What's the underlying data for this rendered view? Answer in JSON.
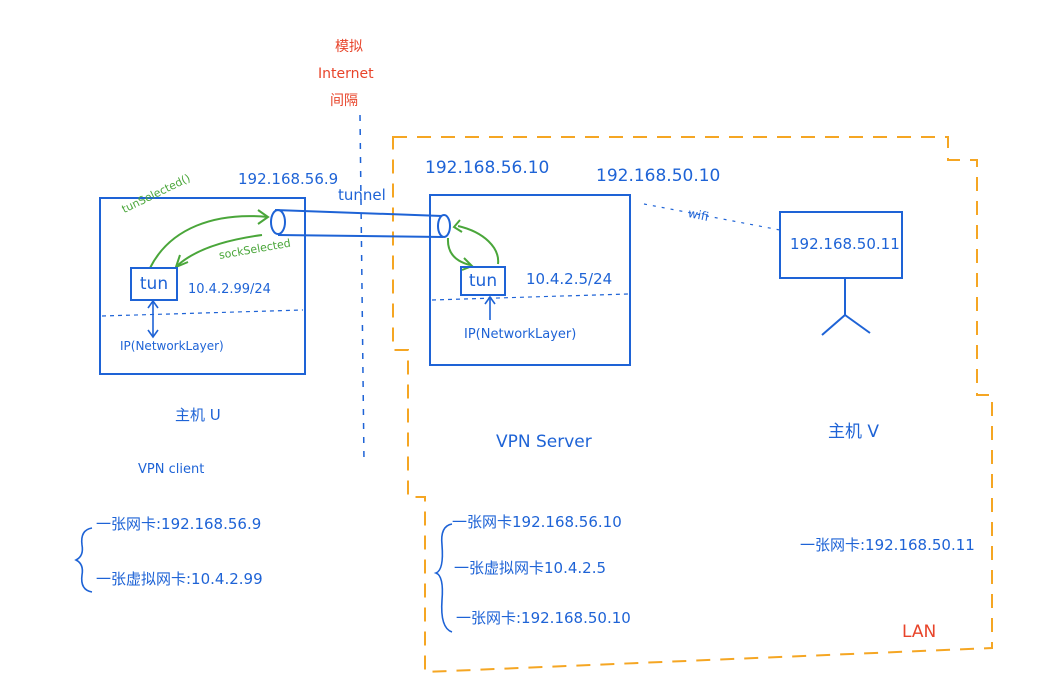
{
  "annotation": {
    "line1": "模拟",
    "line2": "Internet",
    "line3": "间隔"
  },
  "tunnel_label": "tunnel",
  "wifi_label": "wifi",
  "lan_label": "LAN",
  "host_u": {
    "ip_label": "192.168.56.9",
    "tun_label": "tun",
    "tun_ip": "10.4.2.99/24",
    "ip_layer": "IP(NetworkLayer)",
    "tun_selected": "tunSelected()",
    "sock_selected": "sockSelected",
    "title": "主机 U",
    "subtitle": "VPN client",
    "nic1": "一张网卡:192.168.56.9",
    "nic2": "一张虚拟网卡:10.4.2.99"
  },
  "server": {
    "ip_left": "192.168.56.10",
    "ip_right": "192.168.50.10",
    "tun_label": "tun",
    "tun_ip": "10.4.2.5/24",
    "ip_layer": "IP(NetworkLayer)",
    "title": "VPN Server",
    "nic1": "一张网卡192.168.56.10",
    "nic2": "一张虚拟网卡10.4.2.5",
    "nic3": "一张网卡:192.168.50.10"
  },
  "host_v": {
    "ip_label": "192.168.50.11",
    "title": "主机 V",
    "nic1": "一张网卡:192.168.50.11"
  },
  "colors": {
    "blue": "#1e63d6",
    "green": "#4aa63a",
    "orange": "#f5a623",
    "red": "#e8442a"
  }
}
